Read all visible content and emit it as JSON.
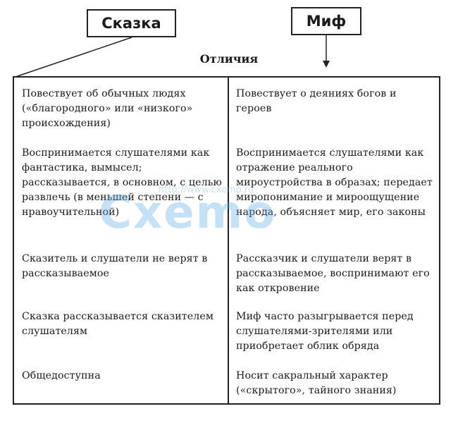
{
  "header": {
    "left_title": "Сказка",
    "right_title": "Миф",
    "center_label": "Отличия"
  },
  "rows": [
    {
      "left": "Повествует об обычных людях («благородного» или «низкого» происхождения)",
      "right": "Повествует о деяниях богов и героев"
    },
    {
      "left": "Воспринимается слушателями как фантастика, вымысел; рассказывается, в основном, с целью развлечь (в меньшей степени — с нравоучительной)",
      "right": "Воспринимается слушателями как отражение реального мироустройства в образах; передает миропонимание и мироощущение народа, объясняет мир, его законы"
    },
    {
      "left": "Сказитель и слушатели не верят в рассказываемое",
      "right": "Рассказчик и слушатели верят в рассказываемое, воспринимают его как откровение"
    },
    {
      "left": "Сказка рассказывается сказителем слушателям",
      "right": "Миф часто разыгрывается перед слушателями-зрителями или приобретает облик обряда"
    },
    {
      "left": "Общедоступна",
      "right": "Носит сакральный характер («скрытого», тайного знания)"
    }
  ],
  "watermark": {
    "text": "Cxemo",
    "url": "http://www.cxemo.ru"
  }
}
